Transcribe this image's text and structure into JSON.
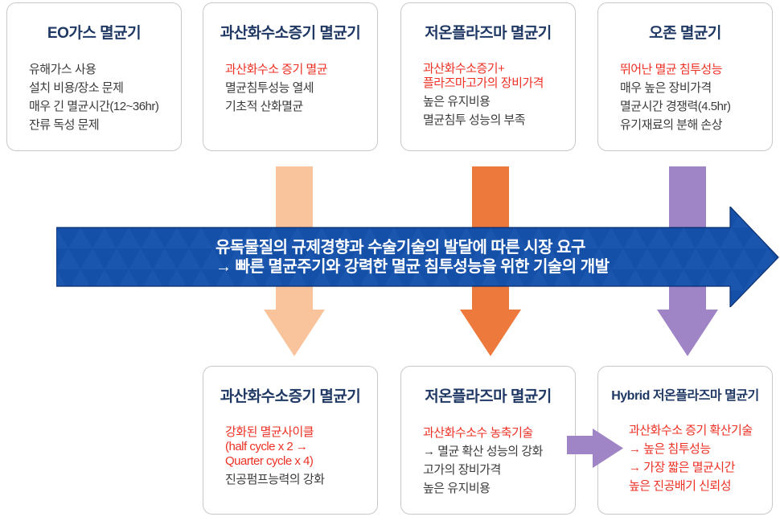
{
  "colors": {
    "title_navy": "#1F3864",
    "body_dark": "#3B3B3B",
    "accent_red": "#EE3124",
    "band_blue": "#1450A8",
    "band_blue_light": "#1A55AE",
    "band_edge": "#0A2E6E",
    "arrow_light_orange": "#F9C49C",
    "arrow_orange": "#ED7A3C",
    "arrow_purple": "#9F84C6",
    "box_border": "#C8C8C8"
  },
  "top_boxes": [
    {
      "title": "EO가스 멸균기",
      "lines": [
        "유해가스 사용",
        "설치 비용/장소 문제",
        "매우 긴 멸균시간(12~36hr)",
        "잔류 독성 문제"
      ]
    },
    {
      "title": "과산화수소증기 멸균기",
      "lines": [
        "과산화수소 증기 멸균",
        "멸균침투성능 열세",
        "기초적 산화멸균"
      ]
    },
    {
      "title": "저온플라즈마 멸균기",
      "lines": [
        "과산화수소증기+",
        "플라즈마고가의 장비가격",
        "높은 유지비용",
        "멸균침투 성능의 부족"
      ]
    },
    {
      "title": "오존 멸균기",
      "lines": [
        "뛰어난 멸균 침투성능",
        "매우 높은 장비가격",
        "멸균시간 경쟁력(4.5hr)",
        "유기재료의 분해 손상"
      ]
    }
  ],
  "band": {
    "line1": "유독물질의 규제경향과 수술기술의 발달에 따른 시장 요구",
    "line2": "→ 빠른 멸균주기와 강력한 멸균 침투성능을 위한 기술의 개발"
  },
  "bottom_boxes": [
    {
      "title": "과산화수소증기 멸균기",
      "lines": [
        "강화된 멸균사이클",
        "(half cycle x 2 →",
        "Quarter cycle x 4)",
        "진공펌프능력의 강화"
      ]
    },
    {
      "title": "저온플라즈마 멸균기",
      "lines": [
        "과산화수소수 농축기술",
        "→ 멸균 확산 성능의 강화",
        "고가의 장비가격",
        "높은 유지비용"
      ]
    },
    {
      "title": "Hybrid 저온플라즈마 멸균기",
      "lines": [
        "과산화수소 증기 확산기술",
        "→ 높은 침투성능",
        "→ 가장 짧은 멸균시간",
        "높은 진공배기 신뢰성"
      ]
    }
  ]
}
